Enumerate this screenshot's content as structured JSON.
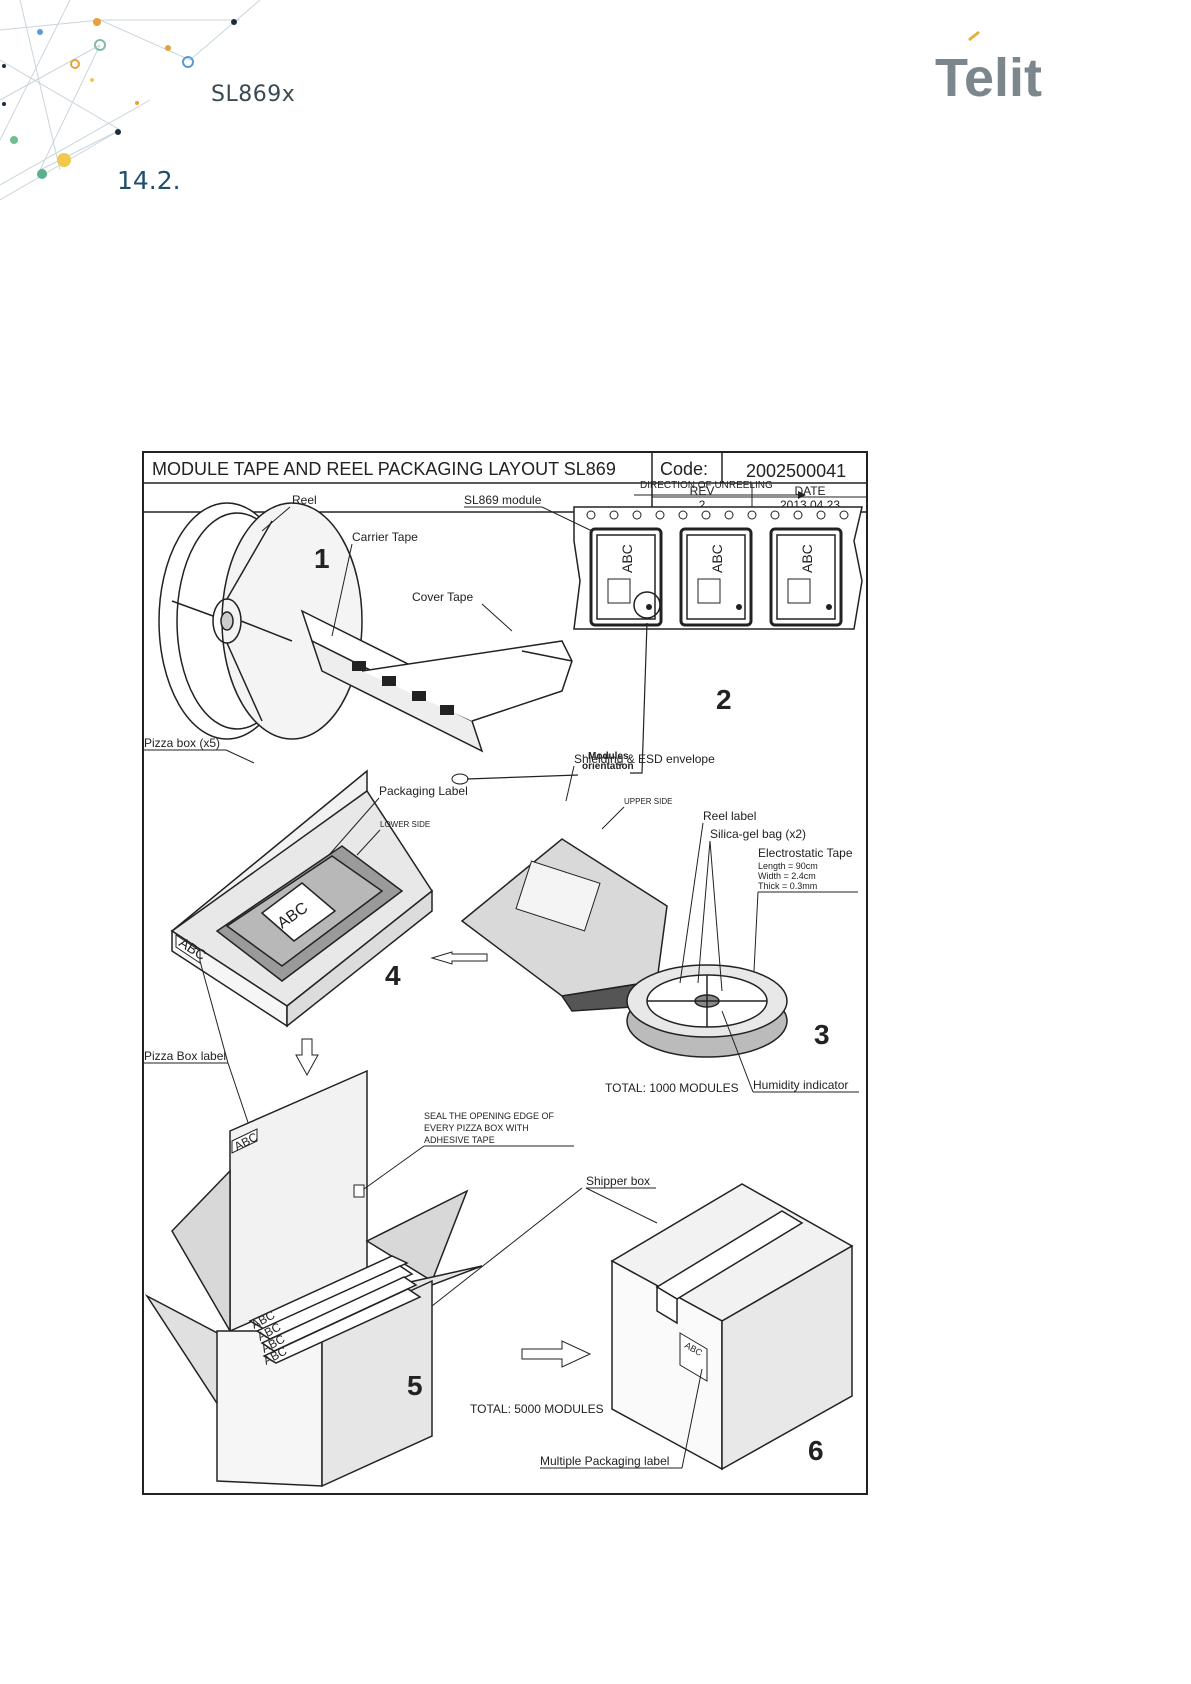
{
  "header": {
    "product": "SL869x",
    "section_number": "14.2.",
    "logo_text": "Telit"
  },
  "title_block": {
    "title": "MODULE TAPE AND REEL PACKAGING LAYOUT SL869",
    "code_label": "Code:",
    "code_value": "2002500041",
    "rev_label": "REV",
    "rev_value": "2",
    "date_label": "DATE",
    "date_value": "2013.04.23"
  },
  "step1": {
    "number": "1",
    "reel": "Reel",
    "carrier_tape": "Carrier Tape",
    "cover_tape": "Cover Tape"
  },
  "step2": {
    "number": "2",
    "module": "SL869 module",
    "direction": "DIRECTION OF UNREELING",
    "module_label": "ABC",
    "orientation_line1": "Modules",
    "orientation_line2": "orientation"
  },
  "step3": {
    "number": "3",
    "shielding": "Shielding & ESD envelope",
    "upper_side": "UPPER SIDE",
    "reel_label": "Reel label",
    "silica": "Silica-gel bag (x2)",
    "esd_tape": "Electrostatic Tape",
    "length": "Length = 90cm",
    "width": "Width = 2.4cm",
    "thick": "Thick = 0.3mm",
    "total": "TOTAL: 1000  MODULES",
    "humidity": "Humidity indicator"
  },
  "step4": {
    "number": "4",
    "pizza_box": "Pizza box (x5)",
    "packaging_label": "Packaging Label",
    "lower_side": "LOWER SIDE",
    "box_label": "ABC",
    "pizza_box_label": "Pizza Box label"
  },
  "step5": {
    "number": "5",
    "seal_line1": "SEAL THE OPENING EDGE OF",
    "seal_line2": "EVERY PIZZA BOX WITH",
    "seal_line3": "ADHESIVE TAPE",
    "total": "TOTAL: 5000  MODULES",
    "box_label": "ABC"
  },
  "step6": {
    "number": "6",
    "shipper": "Shipper  box",
    "multi_label": "Multiple Packaging label",
    "box_label": "ABC"
  },
  "colors": {
    "heading_blue": "#1f4e6b",
    "logo_gray": "#7b868d",
    "logo_accent": "#e5b03a",
    "line": "#222222"
  }
}
